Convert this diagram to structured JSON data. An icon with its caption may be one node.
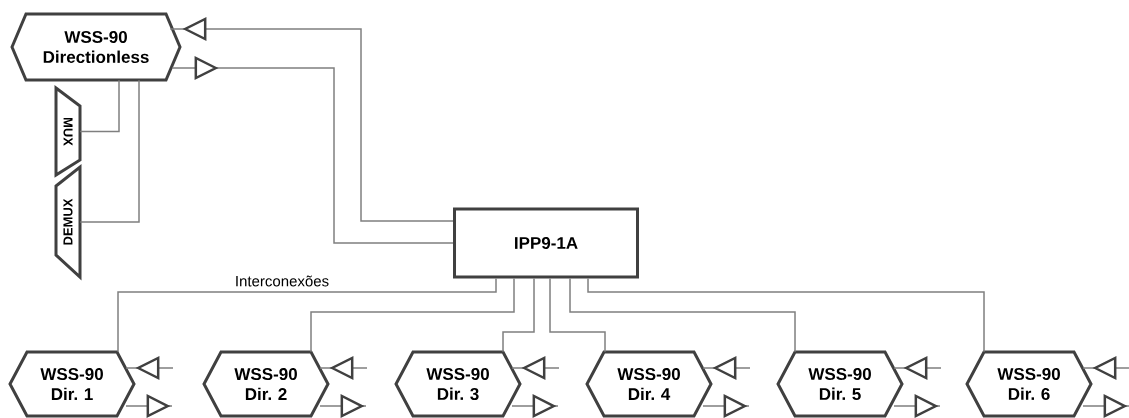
{
  "diagram": {
    "nodes": [
      {
        "text": [
          "WSS-90 Directionless"
        ]
      },
      {
        "text": [
          "MUX"
        ]
      },
      {
        "text": [
          "DEMUX"
        ]
      },
      {
        "text": [
          "IPP9-1A"
        ]
      },
      {
        "text": [
          "WSS-90 Dir. 1"
        ]
      },
      {
        "text": [
          "WSS-90 Dir. 2"
        ]
      },
      {
        "text": [
          "WSS-90 Dir. 3"
        ]
      },
      {
        "text": [
          "WSS-90 Dir. 4"
        ]
      },
      {
        "text": [
          "WSS-90 Dir. 5"
        ]
      },
      {
        "text": [
          "WSS-90 Dir. 6"
        ]
      }
    ],
    "edges": [
      {
        "from": 0,
        "to": 1,
        "arrow": "none"
      },
      {
        "from": 0,
        "to": 2,
        "arrow": "none"
      },
      {
        "from": 3,
        "to": 0,
        "arrow": "to"
      },
      {
        "from": 0,
        "to": 3,
        "arrow": "to"
      },
      {
        "from": 3,
        "to": 4,
        "arrow": "none"
      },
      {
        "from": 3,
        "to": 5,
        "arrow": "none"
      },
      {
        "from": 3,
        "to": 6,
        "arrow": "none"
      },
      {
        "from": 3,
        "to": 7,
        "arrow": "none"
      },
      {
        "from": 3,
        "to": 8,
        "arrow": "none"
      },
      {
        "from": 3,
        "to": 9,
        "arrow": "none"
      }
    ],
    "labels": [
      "Interconexões"
    ]
  }
}
